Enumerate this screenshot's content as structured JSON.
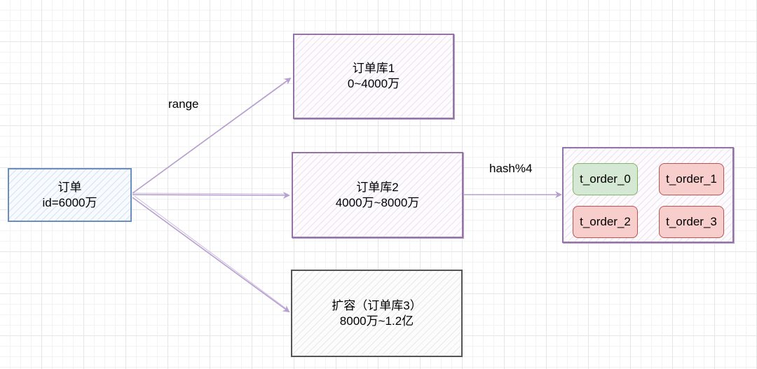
{
  "order": {
    "line1": "订单",
    "line2": "id=6000万"
  },
  "db1": {
    "line1": "订单库1",
    "line2": "0~4000万"
  },
  "db2": {
    "line1": "订单库2",
    "line2": "4000万~8000万"
  },
  "db3": {
    "line1": "扩容（订单库3）",
    "line2": "8000万~1.2亿"
  },
  "edge_labels": {
    "range": "range",
    "hash": "hash%4"
  },
  "tables": [
    "t_order_0",
    "t_order_1",
    "t_order_2",
    "t_order_3"
  ],
  "colors": {
    "arrow": "#b7a0cf",
    "purple_stroke": "#9673a6",
    "blue_stroke": "#6c8ebf",
    "green_fill": "#d5e8d4",
    "red_fill": "#f8cecc"
  }
}
